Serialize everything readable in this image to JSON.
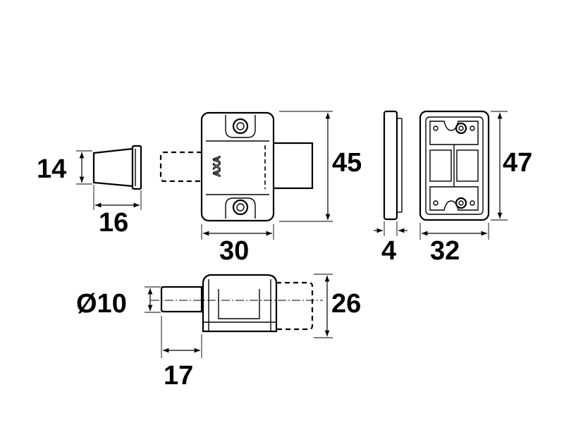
{
  "dimensions": {
    "keeper_height": "14",
    "keeper_length": "16",
    "body_height": "45",
    "body_width": "30",
    "plate_thickness": "4",
    "plate_width": "32",
    "plate_height": "47",
    "bolt_diameter": "Ø10",
    "side_height": "26",
    "bolt_projection": "17"
  },
  "logo": {
    "text": "AXA"
  }
}
